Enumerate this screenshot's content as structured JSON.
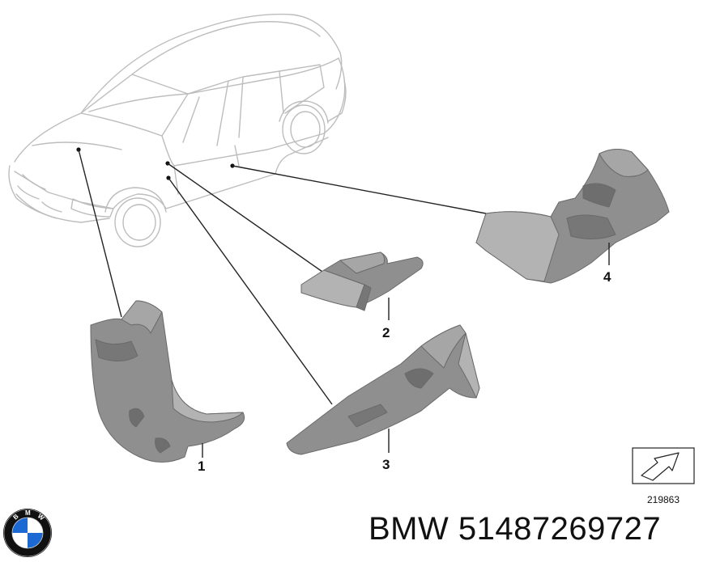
{
  "callouts": [
    "1",
    "2",
    "3",
    "4"
  ],
  "diagram_ref": "219863",
  "footer": {
    "brand": "BMW",
    "part_number": "51487269727"
  },
  "logo": {
    "name": "bmw-roundel",
    "letters": "BMW",
    "colors": {
      "blue": "#1c69d4",
      "white": "#ffffff",
      "ring": "#111111"
    }
  },
  "colors": {
    "part_fill": "#8f8f8f",
    "part_shade": "#6e6e6e",
    "part_light": "#b3b3b3",
    "outline": "#bdbdbd",
    "leader": "#222222"
  }
}
